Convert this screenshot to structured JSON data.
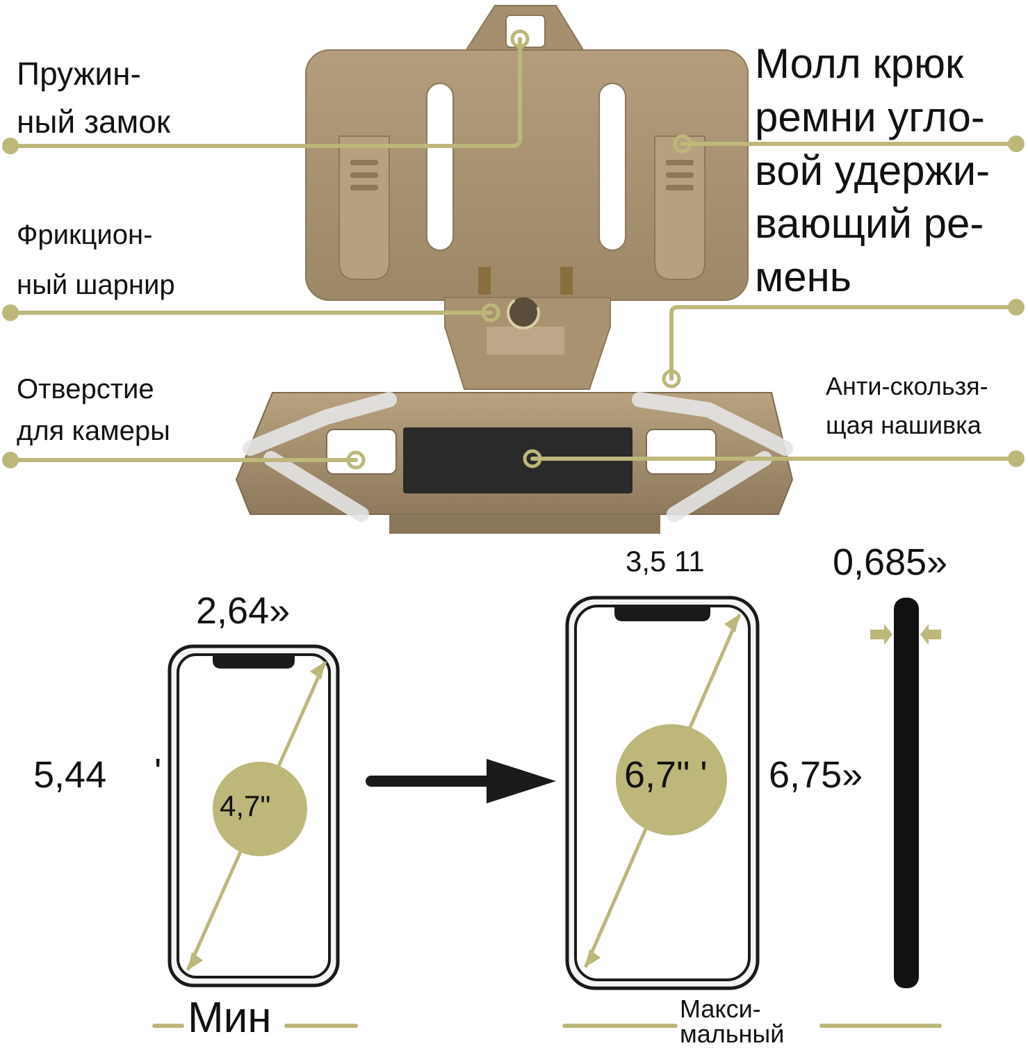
{
  "callouts": {
    "spring_lock": "Пружин-\nный замок",
    "molle_hook": "Молл крюк\nремни угло-\nвой удержи-\nвающий ре-\nмень",
    "friction_hinge": "Фрикцион-\nный шарнир",
    "camera_hole": "Отверстие\nдля камеры",
    "anti_slip_patch": "Анти-скользя-\nщая нашивка"
  },
  "dimensions": {
    "min_width": "2,64»",
    "min_height": "5,44",
    "min_height_mark": "'",
    "min_diagonal": "4,7\"",
    "max_width": "3,5 11",
    "max_height": "6,75»",
    "max_diagonal": "6,7\" '",
    "thickness": "0,685»"
  },
  "captions": {
    "min": "Мин",
    "max": "Макси-\nмальный"
  },
  "colors": {
    "accent_olive": "#bdb77a",
    "product_tan": "#a89272",
    "text": "#111111"
  },
  "icons": [
    "callout-dot-icon",
    "arrow-right-icon",
    "rotate-icon",
    "arrow-inward-icon"
  ]
}
